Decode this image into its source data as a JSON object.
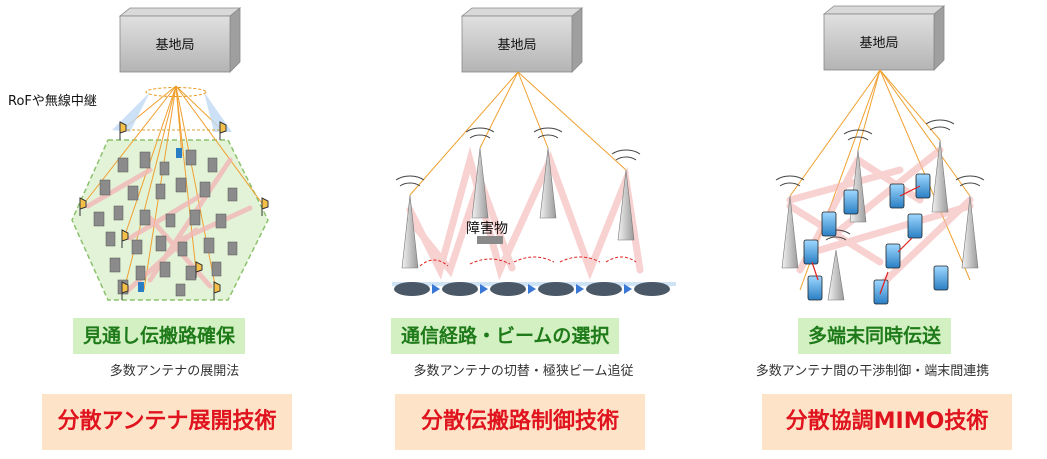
{
  "panels": [
    {
      "base_station": "基地局",
      "feature": "見通し伝搬路確保",
      "subtext": "多数アンテナの展開法",
      "technology": "分散アンテナ展開技術"
    },
    {
      "base_station": "基地局",
      "feature": "通信経路・ビームの選択",
      "subtext": "多数アンテナの切替・極狭ビーム追従",
      "technology": "分散伝搬路制御技術"
    },
    {
      "base_station": "基地局",
      "feature": "多端末同時伝送",
      "subtext": "多数アンテナ間の干渉制御・端末間連携",
      "technology": "分散協調MIMO技術"
    }
  ],
  "annotations": {
    "rof": "RoFや無線中継",
    "obstacle": "障害物"
  },
  "colors": {
    "feature_text": "#1f7a1a",
    "feature_bg": "#d3f0c2",
    "tech_text": "#e0141e",
    "tech_bg": "#fde4c9",
    "link": "#f0a030",
    "beam": "#f4b4b4",
    "hexagon_fill": "#e3f3d8"
  }
}
